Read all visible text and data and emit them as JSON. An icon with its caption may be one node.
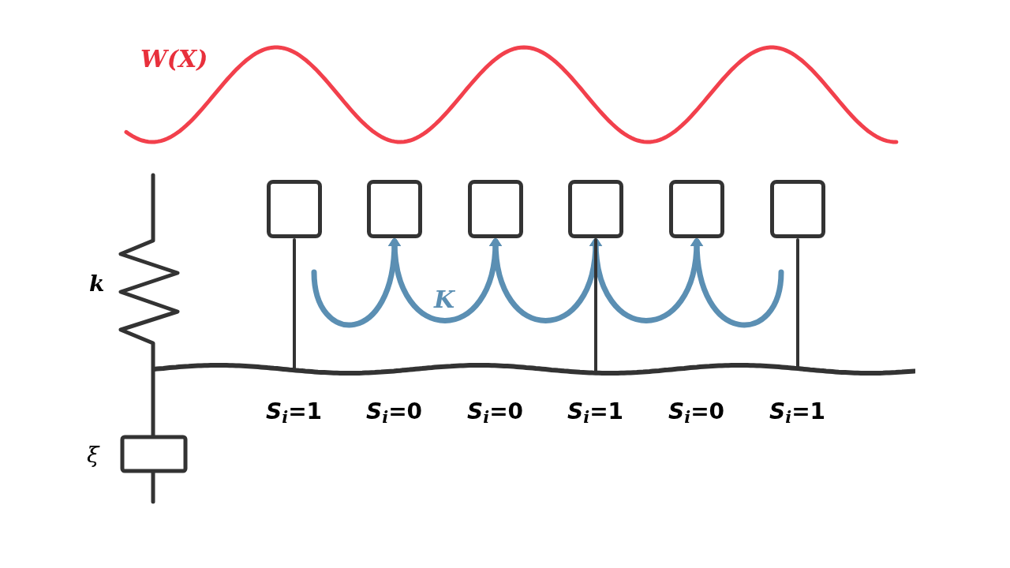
{
  "diagram": {
    "nodes": [
      {
        "text": [],
        "shape": "box"
      },
      {
        "text": [],
        "shape": "box"
      },
      {
        "text": [],
        "shape": "box"
      },
      {
        "text": [],
        "shape": "box"
      },
      {
        "text": [],
        "shape": "box"
      },
      {
        "text": [],
        "shape": "box"
      },
      {
        "text": [],
        "shape": "bar"
      }
    ],
    "edges": [
      {
        "from": null,
        "to": 1,
        "arrow": "to"
      },
      {
        "from": 1,
        "to": 2,
        "arrow": "both",
        "label": "K"
      },
      {
        "from": 2,
        "to": 3,
        "arrow": "both"
      },
      {
        "from": 3,
        "to": 4,
        "arrow": "both"
      },
      {
        "from": null,
        "to": 4,
        "arrow": "to"
      },
      {
        "from": 0,
        "to": 6,
        "arrow": "none",
        "color": "#333333"
      },
      {
        "from": 3,
        "to": 6,
        "arrow": "none",
        "color": "#333333"
      },
      {
        "from": 5,
        "to": 6,
        "arrow": "none",
        "color": "#333333"
      }
    ],
    "labels": [
      "W(X)",
      "k",
      "ξ",
      "*S*$_{i}$=1",
      "*S*$_{i}$=0",
      "*S*$_{i}$=0",
      "*S*$_{i}$=1",
      "*S*$_{i}$=0",
      "*S*$_{i}$=1"
    ]
  }
}
